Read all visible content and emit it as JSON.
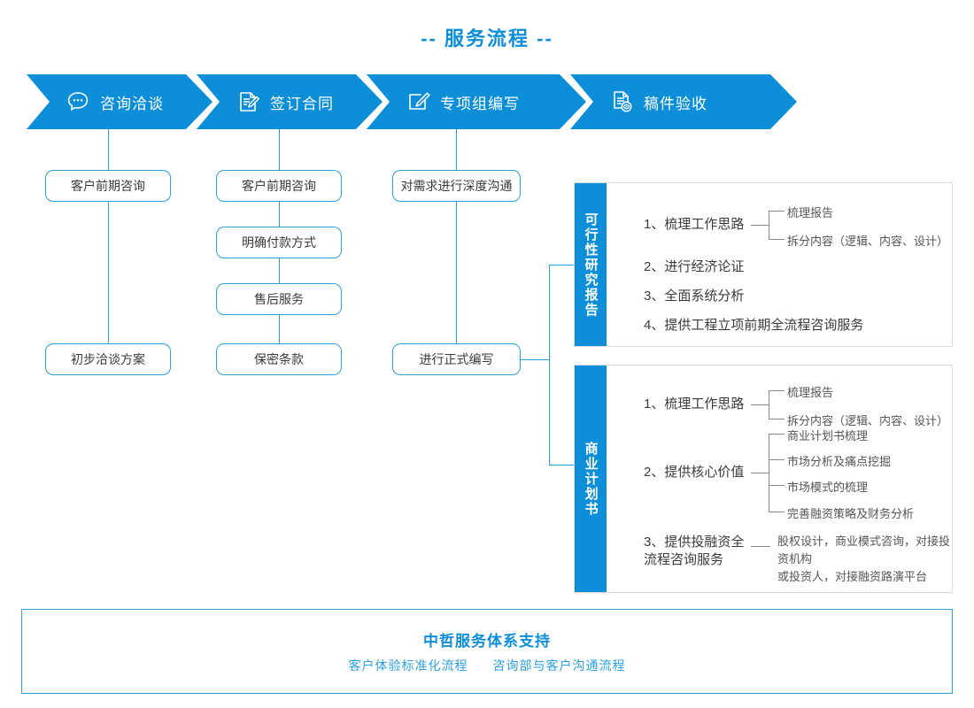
{
  "title": "-- 服务流程 --",
  "colors": {
    "brand_blue": "#0d8ed9",
    "line_blue": "#2b9fe0",
    "panel_border": "#dcdcdc",
    "text_dark": "#3a3a3a"
  },
  "steps": [
    {
      "icon": "chat-bubble-icon",
      "label": "咨询洽谈"
    },
    {
      "icon": "contract-sign-icon",
      "label": "签订合同"
    },
    {
      "icon": "edit-pencil-icon",
      "label": "专项组编写"
    },
    {
      "icon": "document-review-eye-icon",
      "label": "稿件验收"
    }
  ],
  "columns": [
    {
      "boxes": [
        "客户前期咨询",
        "初步洽谈方案"
      ]
    },
    {
      "boxes": [
        "客户前期咨询",
        "明确付款方式",
        "售后服务",
        "保密条款"
      ]
    },
    {
      "boxes": [
        "对需求进行深度沟通",
        "进行正式编写"
      ]
    }
  ],
  "panels": [
    {
      "tab": "可行性研究报告",
      "items": [
        {
          "text": "1、梳理工作思路",
          "subs": [
            "梳理报告",
            "拆分内容（逻辑、内容、设计）"
          ]
        },
        {
          "text": "2、进行经济论证",
          "subs": []
        },
        {
          "text": "3、全面系统分析",
          "subs": []
        },
        {
          "text": "4、提供工程立项前期全流程咨询服务",
          "subs": []
        }
      ]
    },
    {
      "tab": "商业计划书",
      "items": [
        {
          "text": "1、梳理工作思路",
          "subs": [
            "梳理报告",
            "拆分内容（逻辑、内容、设计）"
          ]
        },
        {
          "text": "2、提供核心价值",
          "subs": [
            "商业计划书梳理",
            "市场分析及痛点挖掘",
            "市场模式的梳理",
            "完善融资策略及财务分析"
          ]
        },
        {
          "text": "3、提供投融资全\n流程咨询服务",
          "desc": "股权设计，商业模式咨询，对接投资机构\n或投资人，对接融资路演平台"
        }
      ]
    }
  ],
  "footer": {
    "title": "中哲服务体系支持",
    "sub_left": "客户体验标准化流程",
    "sub_right": "咨询部与客户沟通流程"
  }
}
